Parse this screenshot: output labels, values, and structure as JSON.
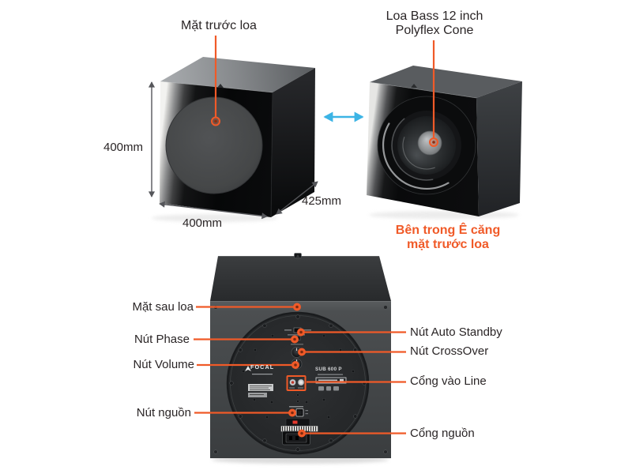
{
  "colors": {
    "orange": "#f05a28",
    "blue": "#3cb4e5",
    "text_dark": "#2a2526"
  },
  "front_view": {
    "label": "Mặt trước loa",
    "dim_height": "400mm",
    "dim_width": "400mm",
    "dim_depth": "425mm"
  },
  "driver_view": {
    "label_line1": "Loa Bass 12 inch",
    "label_line2": "Polyflex Cone",
    "caption_line1": "Bên trong Ê căng",
    "caption_line2": "mặt trước loa"
  },
  "rear_view": {
    "label_back_face": "Mặt sau loa",
    "label_phase": "Nút Phase",
    "label_volume": "Nút Volume",
    "label_power_button": "Nút nguồn",
    "label_auto_standby": "Nút Auto Standby",
    "label_crossover": "Nút CrossOver",
    "label_line_input": "Cổng vào Line",
    "label_power_port": "Cổng nguồn",
    "panel_brand": "FOCAL",
    "panel_model": "SUB 600 P"
  }
}
